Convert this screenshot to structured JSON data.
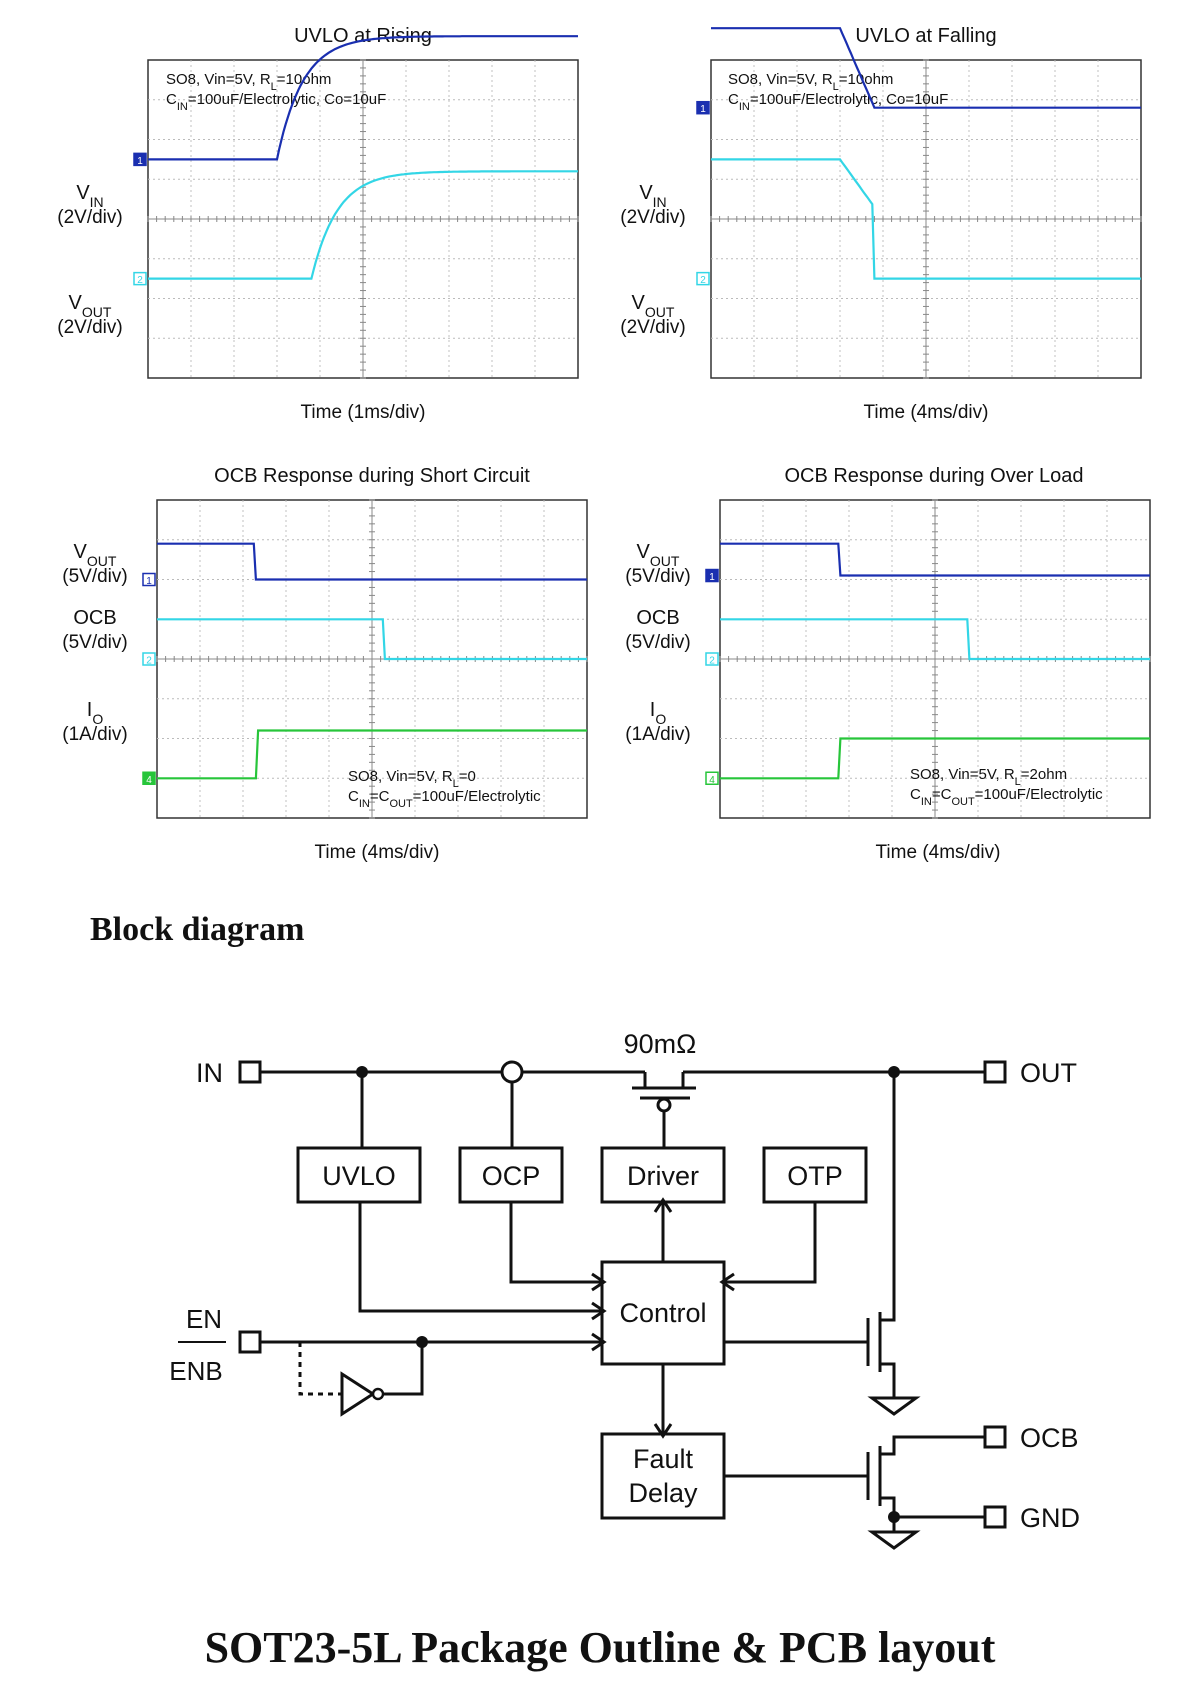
{
  "scope_panels": [
    {
      "title": "UVLO at Rising",
      "info": [
        [
          {
            "t": "SO8, Vin=5V, R"
          },
          {
            "t": "L",
            "sub": true
          },
          {
            "t": "=10ohm"
          }
        ],
        [
          {
            "t": "C"
          },
          {
            "t": "IN",
            "sub": true
          },
          {
            "t": "=100uF/Electrolytic, Co=10uF"
          }
        ]
      ],
      "xlabel": "Time (1ms/div)",
      "channels": [
        {
          "label": "V",
          "sub": "IN",
          "scale": "(2V/div)",
          "marker": "1",
          "color": "#1a2fb0",
          "filled": true,
          "low": 1.5,
          "high": 4.6,
          "edge": 3.0,
          "shape": "rise_exp"
        },
        {
          "label": "V",
          "sub": "OUT",
          "scale": "(2V/div)",
          "marker": "2",
          "color": "#33d6e6",
          "filled": false,
          "low": -1.5,
          "high": 1.2,
          "edge": 3.8,
          "shape": "rise_exp"
        }
      ]
    },
    {
      "title": "UVLO at Falling",
      "info": [
        [
          {
            "t": "SO8, Vin=5V, R"
          },
          {
            "t": "L",
            "sub": true
          },
          {
            "t": "=10ohm"
          }
        ],
        [
          {
            "t": "C"
          },
          {
            "t": "IN",
            "sub": true
          },
          {
            "t": "=100uF/Electrolytic, Co=10uF"
          }
        ]
      ],
      "xlabel": "Time (4ms/div)",
      "channels": [
        {
          "label": "V",
          "sub": "IN",
          "scale": "(2V/div)",
          "marker": "1",
          "color": "#1a2fb0",
          "filled": true,
          "low": 2.8,
          "high": 4.8,
          "edge": 3.0,
          "shape": "fall_ramp"
        },
        {
          "label": "V",
          "sub": "OUT",
          "scale": "(2V/div)",
          "marker": "2",
          "color": "#33d6e6",
          "filled": false,
          "low": -1.5,
          "high": 1.5,
          "edge": 3.0,
          "shape": "fall_ramp_drop"
        }
      ]
    },
    {
      "title": "OCB Response during Short Circuit",
      "info": [
        [
          {
            "t": "SO8, Vin=5V, R"
          },
          {
            "t": "L",
            "sub": true
          },
          {
            "t": "=0"
          }
        ],
        [
          {
            "t": "C"
          },
          {
            "t": "IN",
            "sub": true
          },
          {
            "t": "=C"
          },
          {
            "t": "OUT",
            "sub": true
          },
          {
            "t": "=100uF/Electrolytic"
          }
        ]
      ],
      "xlabel": "Time (4ms/div)",
      "channels": [
        {
          "label": "V",
          "sub": "OUT",
          "scale": "(5V/div)",
          "marker": "1",
          "color": "#1a2fb0",
          "filled": false,
          "low": 2.0,
          "high": 2.9,
          "edge": 2.3,
          "shape": "step_down"
        },
        {
          "label": "OCB",
          "sub": "",
          "scale": "(5V/div)",
          "marker": "2",
          "color": "#33d6e6",
          "filled": false,
          "low": 0.0,
          "high": 1.0,
          "edge": 5.3,
          "shape": "step_down"
        },
        {
          "label": "I",
          "sub": "O",
          "scale": "(1A/div)",
          "marker": "4",
          "color": "#27c53a",
          "filled": true,
          "low": -3.0,
          "high": -1.8,
          "edge": 2.35,
          "shape": "step_up"
        }
      ]
    },
    {
      "title": "OCB Response during Over Load",
      "info": [
        [
          {
            "t": "SO8, Vin=5V, R"
          },
          {
            "t": "L",
            "sub": true
          },
          {
            "t": "=2ohm"
          }
        ],
        [
          {
            "t": "C"
          },
          {
            "t": "IN",
            "sub": true
          },
          {
            "t": "=C"
          },
          {
            "t": "OUT",
            "sub": true
          },
          {
            "t": "=100uF/Electrolytic"
          }
        ]
      ],
      "xlabel": "Time (4ms/div)",
      "channels": [
        {
          "label": "V",
          "sub": "OUT",
          "scale": "(5V/div)",
          "marker": "1",
          "color": "#1a2fb0",
          "filled": true,
          "low": 2.1,
          "high": 2.9,
          "edge": 2.8,
          "shape": "step_down"
        },
        {
          "label": "OCB",
          "sub": "",
          "scale": "(5V/div)",
          "marker": "2",
          "color": "#33d6e6",
          "filled": false,
          "low": 0.0,
          "high": 1.0,
          "edge": 5.8,
          "shape": "step_down"
        },
        {
          "label": "I",
          "sub": "O",
          "scale": "(1A/div)",
          "marker": "4",
          "color": "#27c53a",
          "filled": false,
          "low": -3.0,
          "high": -2.0,
          "edge": 2.8,
          "shape": "step_up"
        }
      ]
    }
  ],
  "block_heading": "Block diagram",
  "diagram": {
    "resistance": "90mΩ",
    "pins": {
      "in": "IN",
      "out": "OUT",
      "en": "EN",
      "enb": "ENB",
      "ocb": "OCB",
      "gnd": "GND"
    },
    "blocks": {
      "uvlo": "UVLO",
      "ocp": "OCP",
      "driver": "Driver",
      "otp": "OTP",
      "control": "Control",
      "fault1": "Fault",
      "fault2": "Delay"
    }
  },
  "package_heading": "SOT23-5L Package Outline & PCB layout"
}
